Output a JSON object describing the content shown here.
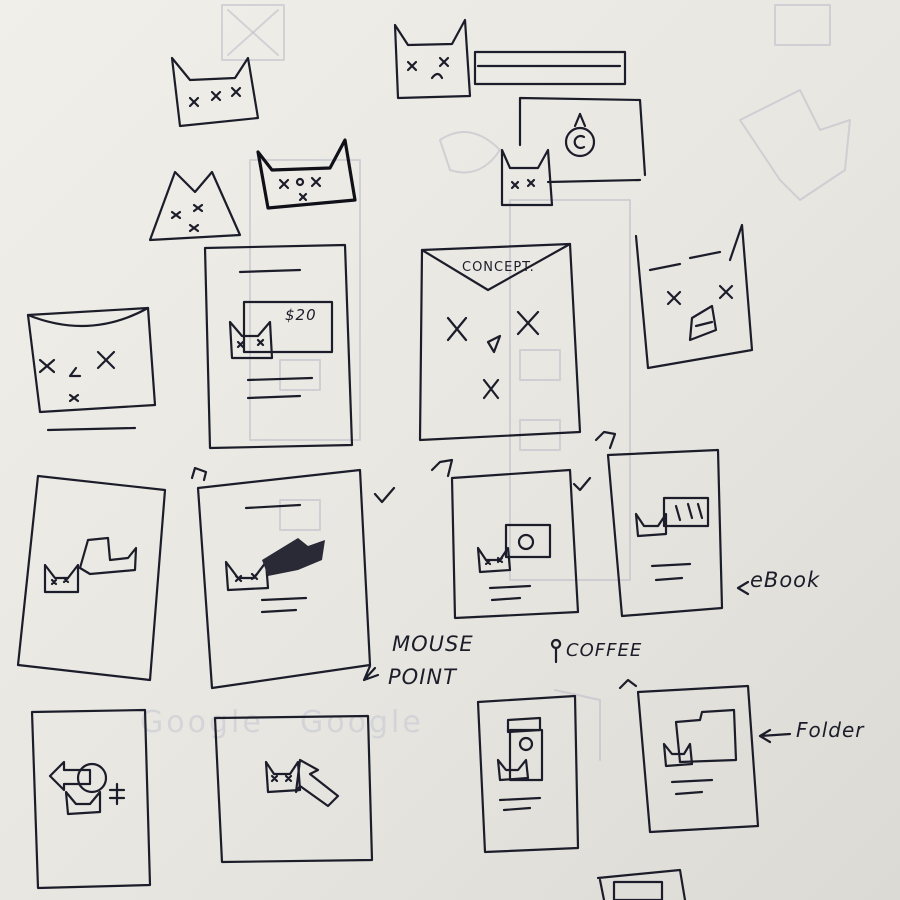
{
  "labels": {
    "price": "$20",
    "concept": "CONCEPT.",
    "ebook": "eBook",
    "mouse_point_line1": "MOUSE",
    "mouse_point_line2": "POINT",
    "coffee": "COFFEE",
    "folder": "Folder"
  },
  "colors": {
    "paper": "#eeece6",
    "ink": "#1c1d2a",
    "bleed_through": "#b9bcc9"
  }
}
